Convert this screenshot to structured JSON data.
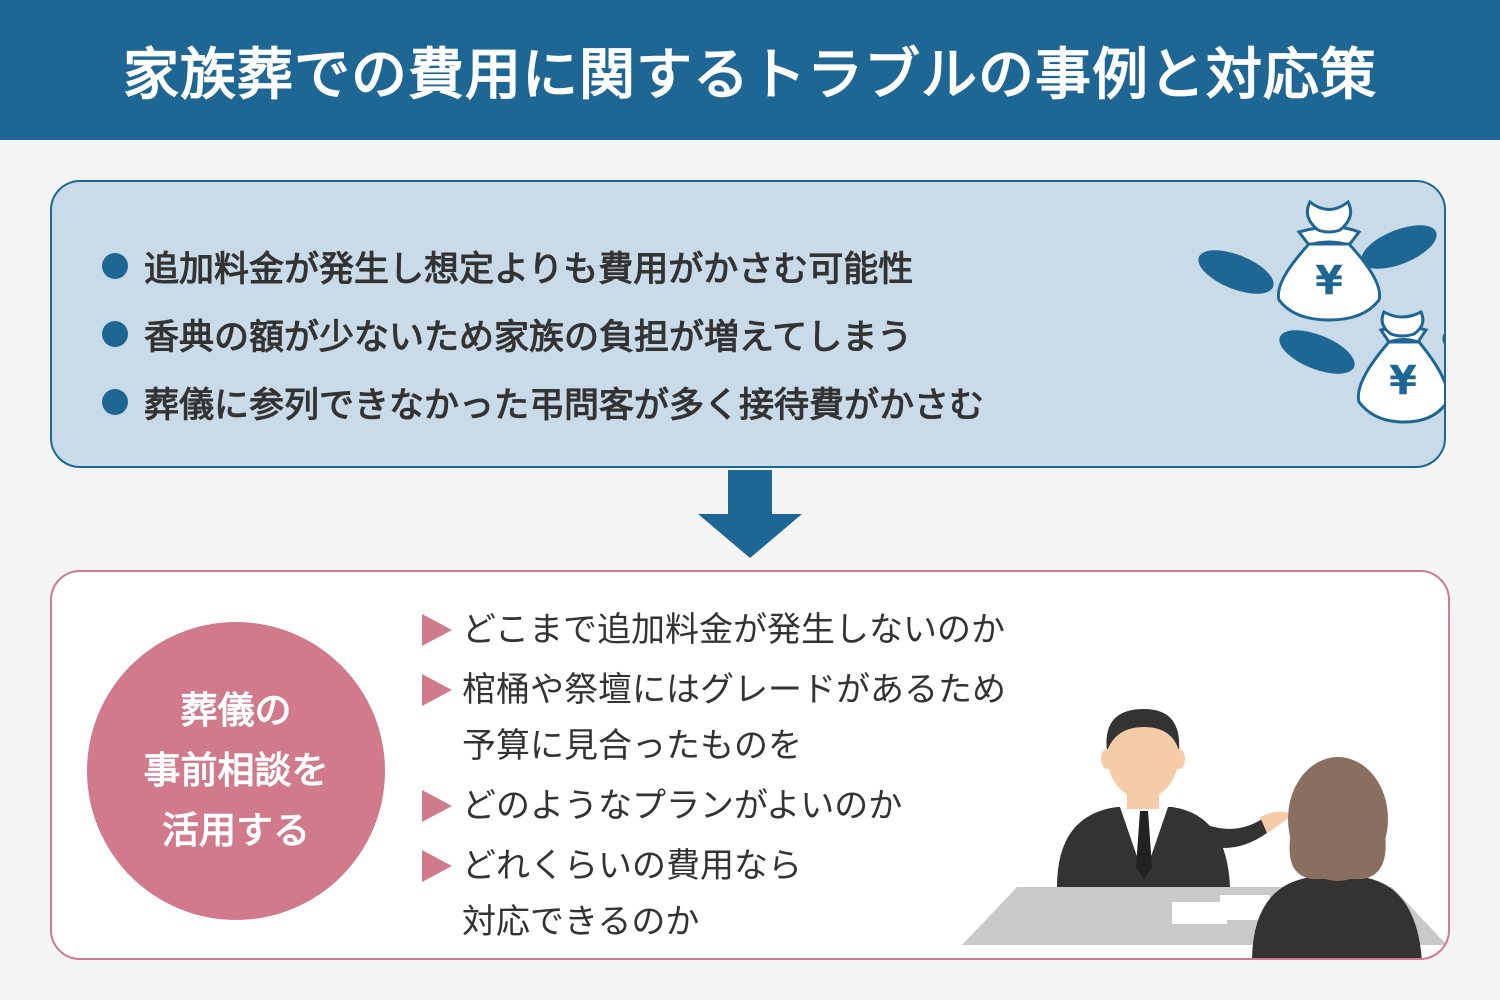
{
  "header": {
    "title": "家族葬での費用に関するトラブルの事例と対応策"
  },
  "problems": {
    "items": [
      "追加料金が発生し想定よりも費用がかさむ可能性",
      "香典の額が少ないため家族の負担が増えてしまう",
      "葬儀に参列できなかった弔問客が多く接待費がかさむ"
    ],
    "icon_symbol": "¥",
    "icons": [
      "flying-money-bag-icon",
      "flying-money-bag-icon"
    ]
  },
  "solution": {
    "circle_text": "葬儀の\n事前相談を\n活用する",
    "tips": [
      "どこまで追加料金が発生しないのか",
      "棺桶や祭壇にはグレードがあるため\n予算に見合ったものを",
      "どのようなプランがよいのか",
      "どれくらいの費用なら\n対応できるのか"
    ]
  },
  "colors": {
    "header_bg": "#1e6794",
    "problem_bg": "#c9dbe8",
    "accent_pink": "#d07a8c",
    "text": "#333333"
  }
}
